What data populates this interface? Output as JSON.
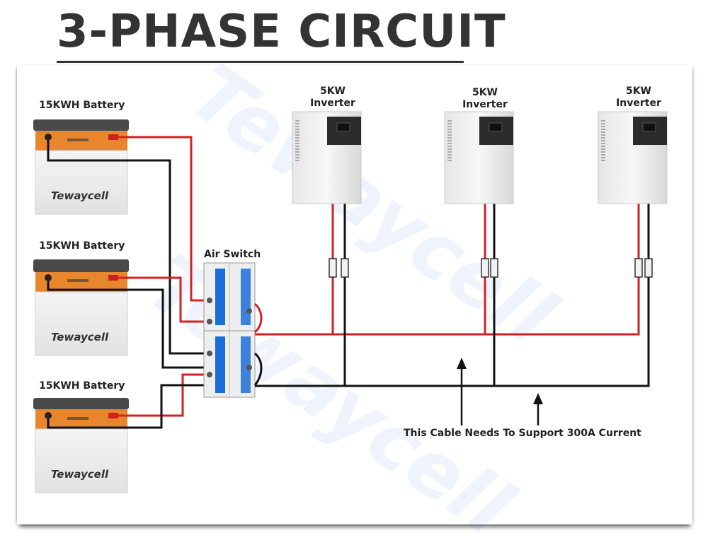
{
  "title": "3-PHASE CIRCUIT",
  "batteries": [
    {
      "label": "15KWH Battery",
      "brand": "Tewaycell"
    },
    {
      "label": "15KWH Battery",
      "brand": "Tewaycell"
    },
    {
      "label": "15KWH Battery",
      "brand": "Tewaycell"
    }
  ],
  "inverters": [
    {
      "label_line1": "5KW",
      "label_line2": "Inverter"
    },
    {
      "label_line1": "5KW",
      "label_line2": "Inverter"
    },
    {
      "label_line1": "5KW",
      "label_line2": "Inverter"
    }
  ],
  "switch_label": "Air Switch",
  "cable_note": "This Cable Needs To Support 300A Current",
  "watermark": "Tewaycell",
  "colors": {
    "positive": "#d32020",
    "negative": "#111111",
    "battery_top": "#e8862e",
    "switch_handle": "#1a6ed8"
  }
}
